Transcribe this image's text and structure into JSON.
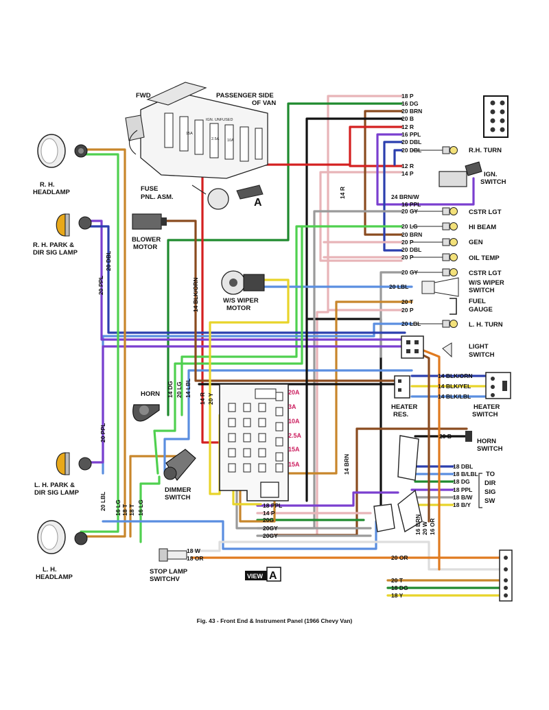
{
  "caption": "Fig. 43 - Front End & Instrument Panel (1966 Chevy Van)",
  "colors": {
    "pink": "#e8b4b8",
    "dark_green": "#1f8a2e",
    "brown": "#8a4b1f",
    "black": "#111111",
    "red": "#d42020",
    "purple": "#7a3fcf",
    "dark_blue": "#2b3fae",
    "gray": "#9a9a9a",
    "light_green": "#4fd04f",
    "tan": "#c8862b",
    "light_blue": "#5a8ee0",
    "orange": "#e07a1f",
    "yellow": "#e8d42a",
    "white": "#ffffff"
  },
  "fuse_panel": {
    "fwd": "FWD",
    "passenger_side": "PASSENGER SIDE",
    "of_van": "OF VAN",
    "fuse_pnl_asm_1": "FUSE",
    "fuse_pnl_asm_2": "PNL. ASM.",
    "view_letter": "A",
    "ign_unfused": "IGN. UNFUSED",
    "amp_15a": "15A",
    "amp_25a": "2.5A",
    "amp_10a": "10A"
  },
  "fuse_block": {
    "fuses": [
      "20A",
      "3A",
      "10A",
      "2.5A",
      "15A",
      "15A"
    ]
  },
  "components": {
    "rh_headlamp": [
      "R. H.",
      "HEADLAMP"
    ],
    "rh_park": [
      "R. H. PARK &",
      "DIR SIG LAMP"
    ],
    "blower_motor": [
      "BLOWER",
      "MOTOR"
    ],
    "ws_wiper_motor": [
      "W/S WIPER",
      "MOTOR"
    ],
    "horn": "HORN",
    "dimmer_switch": [
      "DIMMER",
      "SWITCH"
    ],
    "lh_park": [
      "L. H. PARK &",
      "DIR SIG LAMP"
    ],
    "lh_headlamp": [
      "L. H.",
      "HEADLAMP"
    ],
    "stop_lamp": [
      "STOP LAMP",
      "SWITCHV"
    ],
    "view_a": "VIEW",
    "view_a_letter": "A",
    "rh_turn": "R.H.  TURN",
    "ign_switch": [
      "IGN.",
      "SWITCH"
    ],
    "cstr_lgt": "CSTR LGT",
    "hi_beam": "HI BEAM",
    "gen": "GEN",
    "oil_temp": "OIL TEMP",
    "cstr_lgt2": "CSTR LGT",
    "ws_wiper_switch": [
      "W/S WIPER",
      "SWITCH"
    ],
    "fuel_gauge": [
      "FUEL",
      "GAUGE"
    ],
    "lh_turn": "L. H.  TURN",
    "light_switch": [
      "LIGHT",
      "SWITCH"
    ],
    "heater_res": [
      "HEATER",
      "RES."
    ],
    "heater_switch": [
      "HEATER",
      "SWITCH"
    ],
    "horn_switch": [
      "HORN",
      "SWITCH"
    ],
    "to_dir_sig_sw": [
      "TO",
      "DIR",
      "SIG",
      "SW"
    ]
  },
  "wire_labels": {
    "top_right": [
      "18 P",
      "16 DG",
      "20 BRN",
      "20 B",
      "12 R",
      "16 PPL",
      "20 DBL",
      "20 DBL"
    ],
    "ign": [
      "12 R",
      "14 P",
      "24 BRN/W",
      "16 PPL"
    ],
    "gauges": [
      "20 GY",
      "20 LG",
      "20 BRN",
      "20 P",
      "20 DBL",
      "20 P",
      "20 GY",
      "20 LBL",
      "20 T",
      "20 P",
      "20 LBL"
    ],
    "heater": [
      "14 BLK/ORN",
      "14 BLK/YEL",
      "14 BLK/LBL"
    ],
    "horn_sw": "20 B",
    "dir_sig": [
      "18 DBL",
      "18 B/LBL",
      "18 DG",
      "18 PPL",
      "18 B/W",
      "18 B/Y"
    ],
    "bottom_center": [
      "18 PPL",
      "14 P",
      "20G",
      "20GY",
      "20GY"
    ],
    "stop": [
      "18 W",
      "18 OR"
    ],
    "bottom_right": [
      "20 OR",
      "20 T",
      "18 DG",
      "18 Y"
    ],
    "vertical_left_park": [
      "20 PPL",
      "20 DBL"
    ],
    "vertical_blower": "14 BLK/ORN",
    "vertical_14r": "14 R",
    "vertical_lh_park": "20 PPL",
    "vertical_lh_lamp": "20 LBL",
    "vertical_center_group1": [
      "14 DG",
      "20 LG",
      "14 LBL"
    ],
    "vertical_center_group2": [
      "14 R",
      "20 Y"
    ],
    "vertical_lower_left": [
      "16 LG",
      "18 T",
      "18 T",
      "16 LG"
    ],
    "vertical_14brn": "14 BRN",
    "vertical_right_bottom": [
      "16 BRN",
      "20 W",
      "16 OR"
    ]
  }
}
